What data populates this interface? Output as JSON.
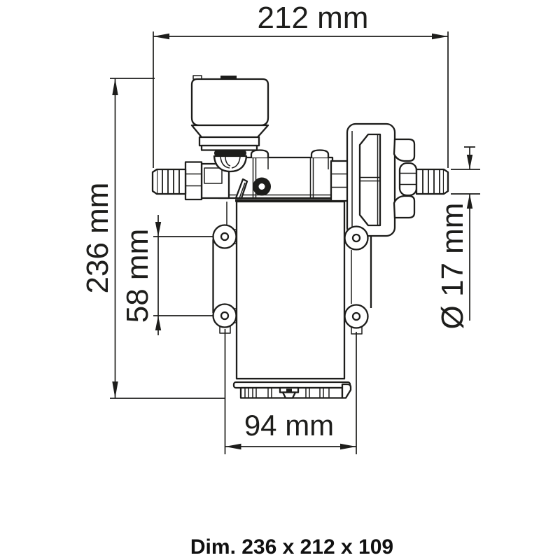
{
  "colors": {
    "ink": "#1d1d1b",
    "background": "#ffffff"
  },
  "dimensions": {
    "overall_width": "212 mm",
    "overall_height": "236 mm",
    "mounting_hole_spacing": "58 mm",
    "port_diameter": "Ø 17 mm",
    "base_width": "94 mm"
  },
  "caption": "Dim. 236 x 212 x 109"
}
